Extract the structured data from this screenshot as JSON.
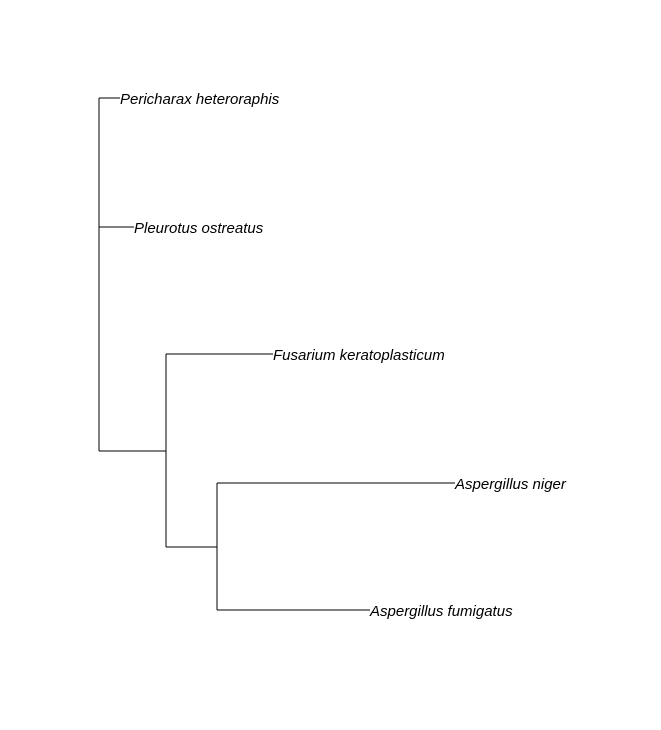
{
  "tree": {
    "taxa": [
      "Pericharax heteroraphis",
      "Pleurotus ostreatus",
      "Fusarium keratoplasticum",
      "Aspergillus niger",
      "Aspergillus fumigatus"
    ]
  },
  "colors": {
    "branch": "#000000",
    "label": "#000000",
    "background": "#ffffff"
  }
}
